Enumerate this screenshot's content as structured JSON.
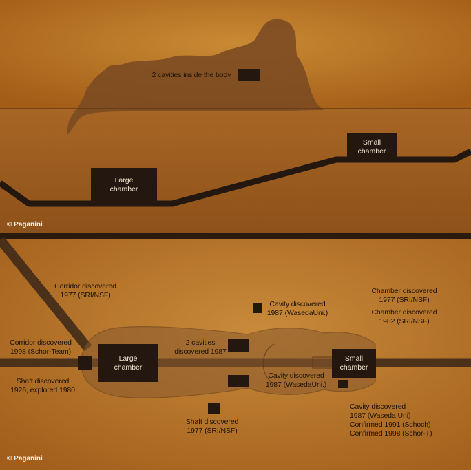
{
  "credit": "© Paganini",
  "side_view": {
    "cavities_label": "2 cavities inside the body",
    "large_chamber": "Large\nchamber",
    "small_chamber": "Small\nchamber"
  },
  "top_view": {
    "large_chamber": "Large\nchamber",
    "small_chamber": "Small\nchamber",
    "corridor_1977": "Corridor discovered\n1977 (SRI/NSF)",
    "corridor_1998": "Corridor discovered\n1998 (Schor-Team)",
    "shaft_1926": "Shaft discovered\n1926, explored 1980",
    "cavity_1987_top": "Cavity discovered\n1987 (WasedaUni.)",
    "two_cavities": "2 cavities\ndiscovered 1987",
    "cavity_1987_mid": "Cavity discovered\n1987 (WasedaUni.)",
    "chamber_1977": "Chamber discovered\n1977 (SRI/NSF)",
    "chamber_1982": "Chamber discovered\n1982 (SRI/NSF)",
    "shaft_1977": "Shaft discovered\n1977 (SRI/NSF)",
    "cavity_confirmed": "Cavity discovered\n1987 (Waseda Uni)\nConfirmed 1991 (Schoch)\nConfirmed 1998 (Schor-T)"
  },
  "colors": {
    "background": "#b9741d",
    "ground": "#9a5a1c",
    "silhouette": "#7a4a22",
    "chamber": "#231710",
    "tunnel": "#3b2718",
    "divider": "#2a1a10"
  }
}
